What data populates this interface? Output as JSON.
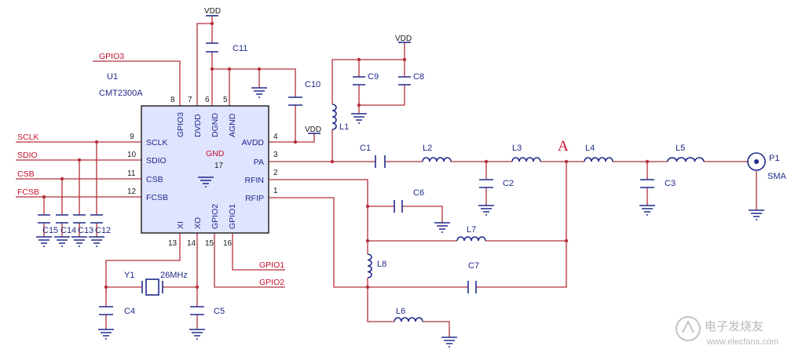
{
  "chip": {
    "ref": "U1",
    "part": "CMT2300A",
    "pins_left": [
      {
        "num": "9",
        "name": "SCLK",
        "net": "SCLK"
      },
      {
        "num": "10",
        "name": "SDIO",
        "net": "SDIO"
      },
      {
        "num": "11",
        "name": "CSB",
        "net": "CSB"
      },
      {
        "num": "12",
        "name": "FCSB",
        "net": "FCSB"
      }
    ],
    "pins_top": [
      {
        "num": "8",
        "name": "GPIO3"
      },
      {
        "num": "7",
        "name": "DVDD"
      },
      {
        "num": "6",
        "name": "DGND"
      },
      {
        "num": "5",
        "name": "AGND"
      }
    ],
    "pins_right": [
      {
        "num": "4",
        "name": "AVDD"
      },
      {
        "num": "3",
        "name": "PA"
      },
      {
        "num": "2",
        "name": "RFIN"
      },
      {
        "num": "1",
        "name": "RFIP"
      }
    ],
    "pins_bottom": [
      {
        "num": "13",
        "name": "XI"
      },
      {
        "num": "14",
        "name": "XO"
      },
      {
        "num": "15",
        "name": "GPIO2"
      },
      {
        "num": "16",
        "name": "GPIO1"
      }
    ],
    "gnd_pin": {
      "num": "17",
      "name": "GND"
    }
  },
  "nets": {
    "gpio3": "GPIO3",
    "gpio1": "GPIO1",
    "gpio2": "GPIO2",
    "vdd_top": "VDD",
    "vdd_right": "VDD",
    "vdd_avdd": "VDD"
  },
  "components": {
    "C1": "C1",
    "C2": "C2",
    "C3": "C3",
    "C4": "C4",
    "C5": "C5",
    "C6": "C6",
    "C7": "C7",
    "C8": "C8",
    "C9": "C9",
    "C10": "C10",
    "C11": "C11",
    "C12": "C12",
    "C13": "C13",
    "C14": "C14",
    "C15": "C15",
    "L1": "L1",
    "L2": "L2",
    "L3": "L3",
    "L4": "L4",
    "L5": "L5",
    "L6": "L6",
    "L7": "L7",
    "L8": "L8",
    "Y1": "Y1",
    "Y1_freq": "26MHz",
    "P1": "P1",
    "P1_type": "SMA"
  },
  "node_marker": "A",
  "watermark": {
    "cn": "电子发烧友",
    "url": "www.elecfans.com"
  },
  "colors": {
    "wire": "#b4303a",
    "component": "#1f2a8a",
    "net_label": "#c8102e",
    "chip_fill": "#dfe4ff"
  }
}
